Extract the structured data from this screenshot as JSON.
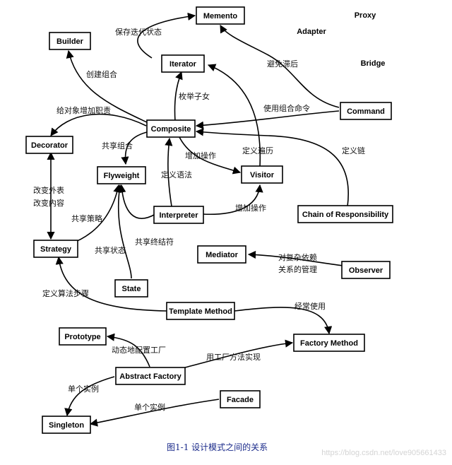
{
  "nodes": {
    "memento": "Memento",
    "proxy": "Proxy",
    "builder": "Builder",
    "adapter": "Adapter",
    "iterator": "Iterator",
    "bridge": "Bridge",
    "command": "Command",
    "composite": "Composite",
    "decorator": "Decorator",
    "flyweight": "Flyweight",
    "visitor": "Visitor",
    "interpreter": "Interpreter",
    "chain": "Chain of Responsibility",
    "strategy": "Strategy",
    "mediator": "Mediator",
    "observer": "Observer",
    "state": "State",
    "template": "Template Method",
    "prototype": "Prototype",
    "factory_method": "Factory Method",
    "abstract_factory": "Abstract Factory",
    "facade": "Facade",
    "singleton": "Singleton"
  },
  "labels": {
    "save_iter_state": "保存迭代状态",
    "avoid_lag": "避免滞后",
    "create_composite": "创建组合",
    "enumerate_children": "枚举子女",
    "add_duties": "给对象增加职责",
    "use_composite_cmd": "使用组合命令",
    "share_composite": "共享组合",
    "define_traversal": "定义遍历",
    "define_chain": "定义链",
    "add_operation_1": "增加操作",
    "define_grammar": "定义语法",
    "add_operation_2": "增加操作",
    "change_skin": "改变外表",
    "change_guts": "改变内容",
    "share_strategy": "共享策略",
    "share_terminal": "共享终结符",
    "share_state": "共享状态",
    "complex_dep_1": "对复杂依赖",
    "complex_dep_2": "关系的管理",
    "define_algo_steps": "定义算法步骤",
    "often_use": "经常使用",
    "dynamic_config": "动态地配置工厂",
    "implement_with_fm": "用工厂方法实现",
    "single_instance_1": "单个实例",
    "single_instance_2": "单个实例"
  },
  "caption": "图1-1  设计模式之间的关系",
  "watermark": "https://blog.csdn.net/love905661433"
}
